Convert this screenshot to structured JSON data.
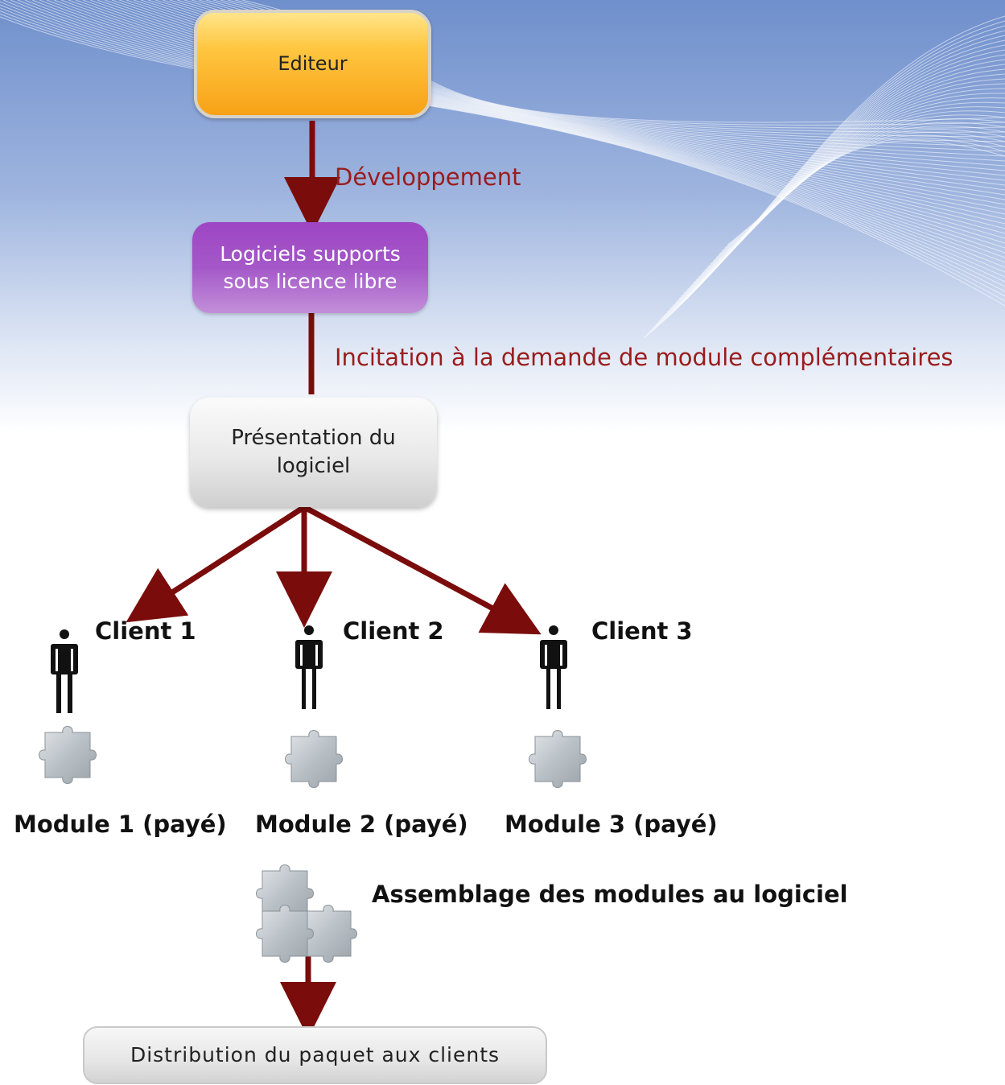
{
  "nodes": {
    "editeur": "Editeur",
    "logiciels": "Logiciels supports sous licence libre",
    "presentation": "Présentation du logiciel",
    "distribution": "Distribution du paquet aux clients"
  },
  "edges": {
    "developpement": "Développement",
    "incitation": "Incitation à la demande de module complémentaires"
  },
  "clients": [
    {
      "label": "Client 1",
      "module": "Module 1 (payé)"
    },
    {
      "label": "Client 2",
      "module": "Module 2 (payé)"
    },
    {
      "label": "Client 3",
      "module": "Module 3 (payé)"
    }
  ],
  "assembly": {
    "label": "Assemblage des modules au logiciel"
  },
  "colors": {
    "arrow": "#7a0c0c",
    "edge_text": "#9a1c1c"
  },
  "icons": [
    "person-icon",
    "puzzle-piece-icon",
    "puzzle-assembly-icon"
  ]
}
